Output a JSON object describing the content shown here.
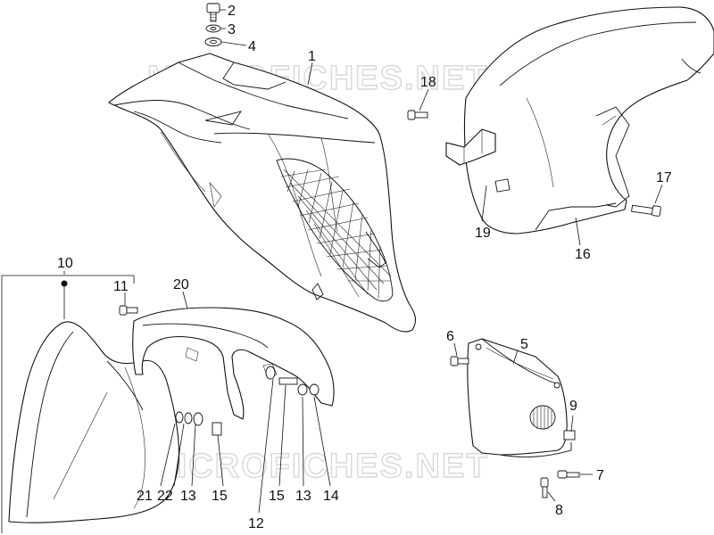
{
  "watermark": "MICROFICHES.NET",
  "callouts": [
    {
      "id": "c2",
      "text": "2"
    },
    {
      "id": "c3",
      "text": "3"
    },
    {
      "id": "c4",
      "text": "4"
    },
    {
      "id": "c1",
      "text": "1"
    },
    {
      "id": "c18",
      "text": "18"
    },
    {
      "id": "c19",
      "text": "19"
    },
    {
      "id": "c17",
      "text": "17"
    },
    {
      "id": "c16",
      "text": "16"
    },
    {
      "id": "c10",
      "text": "10"
    },
    {
      "id": "c11",
      "text": "11"
    },
    {
      "id": "c20",
      "text": "20"
    },
    {
      "id": "c6",
      "text": "6"
    },
    {
      "id": "c5",
      "text": "5"
    },
    {
      "id": "c9",
      "text": "9"
    },
    {
      "id": "c7",
      "text": "7"
    },
    {
      "id": "c8",
      "text": "8"
    },
    {
      "id": "c21",
      "text": "21"
    },
    {
      "id": "c22",
      "text": "22"
    },
    {
      "id": "c13a",
      "text": "13"
    },
    {
      "id": "c15a",
      "text": "15"
    },
    {
      "id": "c15b",
      "text": "15"
    },
    {
      "id": "c13b",
      "text": "13"
    },
    {
      "id": "c14",
      "text": "14"
    },
    {
      "id": "c12",
      "text": "12"
    }
  ]
}
